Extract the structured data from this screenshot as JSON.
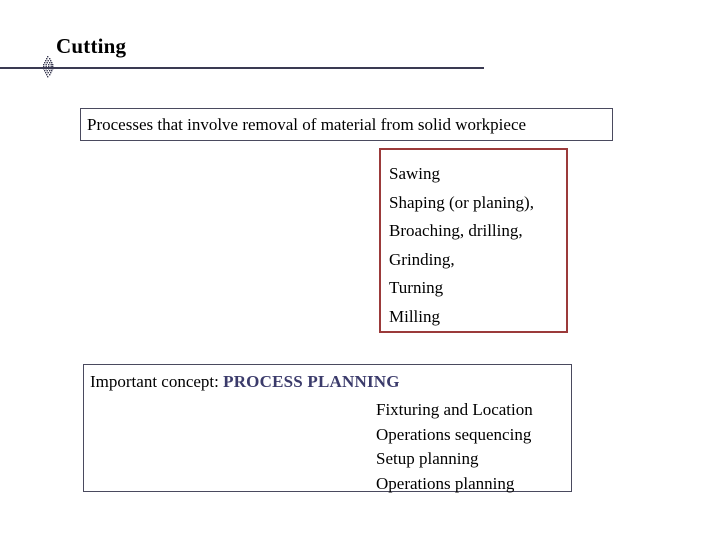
{
  "slide": {
    "title": "Cutting",
    "ornament_icon": "dotted-diamond-ornament-icon"
  },
  "statement_box": {
    "text": "Processes that involve removal of material from solid workpiece",
    "border_color": "#4a4a5e"
  },
  "processes_box": {
    "border_color": "#9b3a3a",
    "items": [
      "Sawing",
      "Shaping (or planing),",
      "Broaching, drilling,",
      "Grinding,",
      "Turning",
      "Milling"
    ]
  },
  "planning_box": {
    "border_color": "#4a4a5e",
    "heading_prefix": "Important concept: ",
    "heading_emphasis": "PROCESS PLANNING",
    "emphasis_color": "#3b3b6b",
    "items": [
      "Fixturing and Location",
      "Operations sequencing",
      "Setup planning",
      "Operations planning"
    ]
  }
}
